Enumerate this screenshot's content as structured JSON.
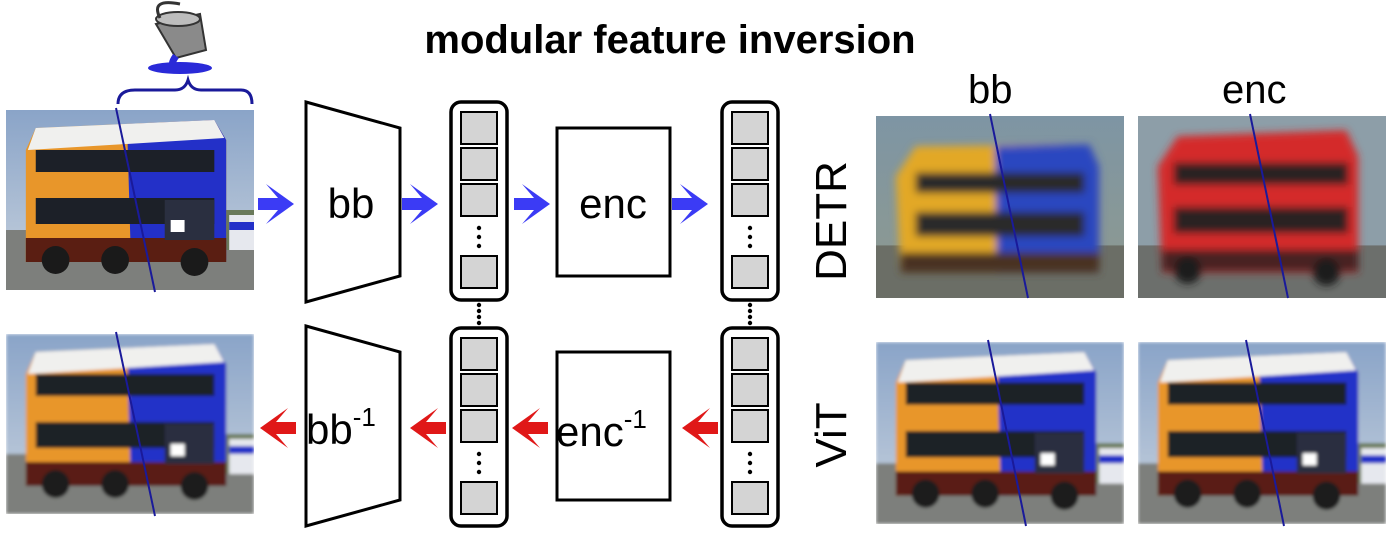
{
  "title": "modular feature inversion",
  "modules": {
    "backbone": "bb",
    "encoder": "enc",
    "backbone_inverse_base": "bb",
    "encoder_inverse_base": "enc",
    "inverse_superscript": "-1"
  },
  "results": {
    "columns": [
      "bb",
      "enc"
    ],
    "rows": [
      "DETR",
      "ViT"
    ]
  },
  "colors": {
    "forward_arrow": "#3b3bf5",
    "inverse_arrow": "#e01818",
    "paint_bucket": "#2a2ad8",
    "bracket": "#1a1a9a",
    "token": "#d4d4d4",
    "bus_blue": "#2330c8",
    "bus_orange": "#e8962a",
    "bus_red": "#d42a2a"
  },
  "icons": {
    "paint": "paint-bucket-icon",
    "ellipsis": "vertical-ellipsis-icon"
  }
}
